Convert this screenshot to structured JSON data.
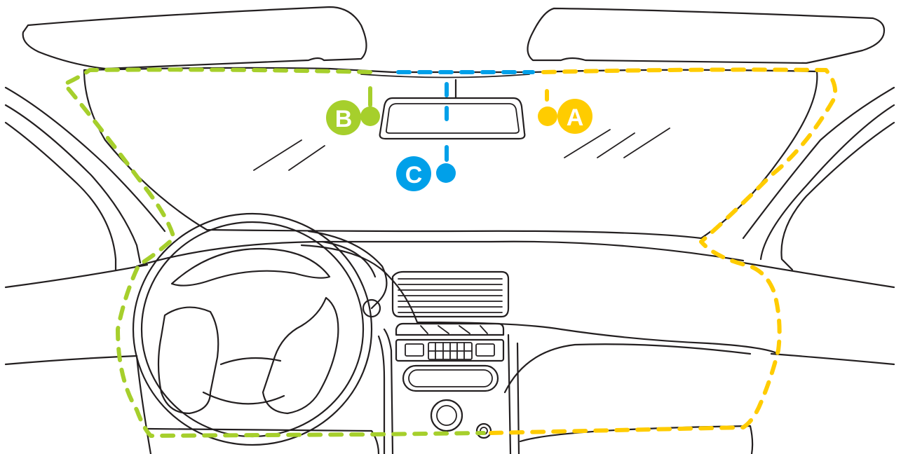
{
  "colors": {
    "outline": "#231f20",
    "route_a": "#ffcc00",
    "route_b": "#a6cf2c",
    "route_c": "#00a0e9",
    "background": "#ffffff"
  },
  "markers": [
    {
      "id": "a",
      "label": "A",
      "color_key": "route_a"
    },
    {
      "id": "b",
      "label": "B",
      "color_key": "route_b"
    },
    {
      "id": "c",
      "label": "C",
      "color_key": "route_c"
    }
  ]
}
